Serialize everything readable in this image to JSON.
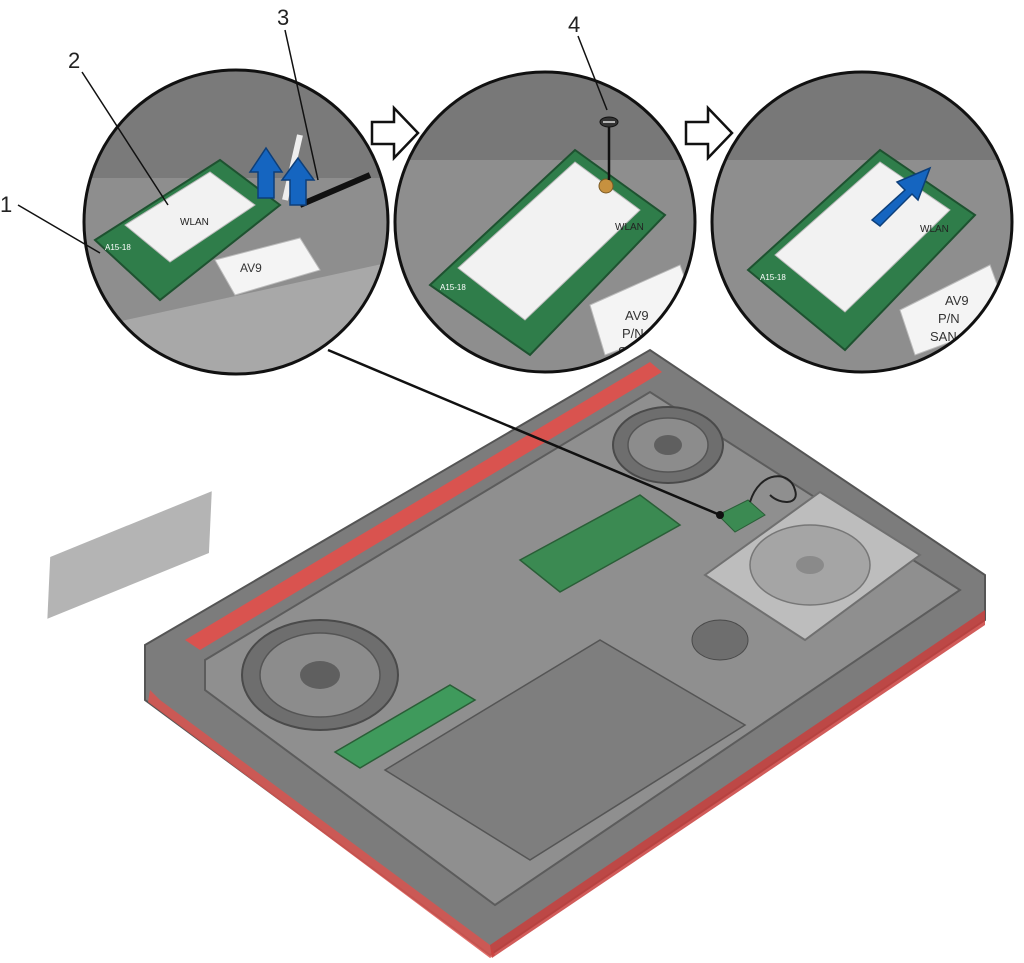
{
  "callouts": [
    {
      "number": "1"
    },
    {
      "number": "2"
    },
    {
      "number": "3"
    },
    {
      "number": "4"
    }
  ],
  "card_labels": {
    "brand_tag": "WLAN",
    "model_code": "A15-18",
    "sticker_line1": "AV9",
    "sticker_line2": "P/N",
    "sticker_line3": "SAN"
  },
  "colors": {
    "accent_blue": "#1565c0",
    "card_green": "#2f7d4a",
    "laptop_red": "#d9534f",
    "chassis_grey": "#8a8a8a"
  },
  "icons": [
    "arrow-right-outline-icon",
    "lift-arrow-icon",
    "screw-icon"
  ]
}
